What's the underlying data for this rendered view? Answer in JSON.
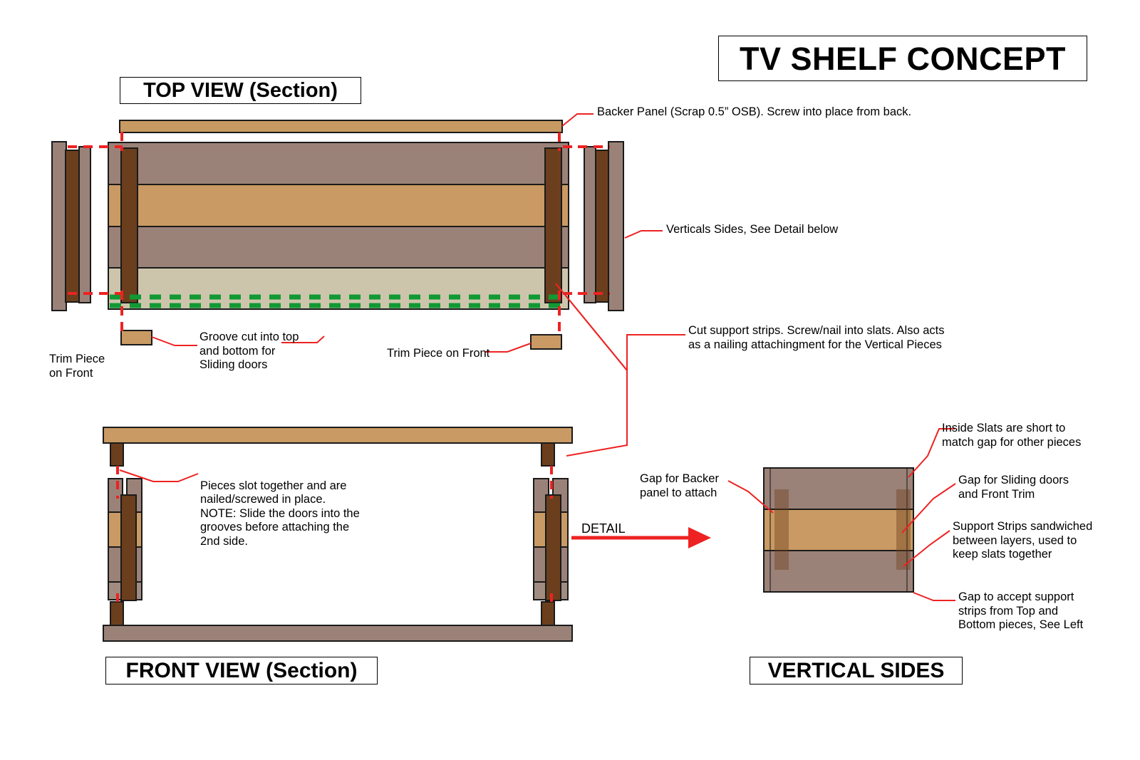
{
  "drawing": {
    "title": "TV SHELF CONCEPT",
    "view_labels": {
      "top": "TOP VIEW (Section)",
      "front": "FRONT VIEW (Section)",
      "vertical": "VERTICAL SIDES"
    },
    "detail_arrow_label": "DETAIL"
  },
  "annotations": {
    "backer_panel": "Backer Panel (Scrap 0.5” OSB). Screw into place from back.",
    "vertical_sides": "Verticals Sides, See Detail below",
    "support_strips": "Cut support strips. Screw/nail into slats. Also acts\nas a nailing attachingment for the Vertical Pieces",
    "groove": "Groove cut into top\nand bottom for\nSliding doors",
    "trim_left": "Trim Piece\non Front",
    "trim_front": "Trim Piece on Front",
    "slot_together_plain": "Pieces slot together and are\nnailed/screwed in place.",
    "slot_together_note": "NOTE: Slide the doors into the\ngrooves before attaching the\n2nd side.",
    "gap_backer": "Gap for Backer\npanel to attach",
    "inside_slats": "Inside Slats are short to\nmatch gap for other pieces",
    "gap_sliding": "Gap for Sliding doors\nand Front Trim",
    "support_sandwiched": "Support Strips sandwiched\nbetween layers, used to\nkeep slats together",
    "gap_accept": "Gap to accept support\nstrips from Top and\nBottom pieces, See Left"
  },
  "colors": {
    "leader_red": "#ee2222",
    "groove_green": "#119933",
    "outline": "#1a1a1a",
    "wood_tan": "#c99a63",
    "wood_tan_light": "#cfa06a",
    "wood_grey_brown": "#9b8278",
    "wood_dark_brown": "#6b3f1d",
    "wood_pale": "#cdc5ab",
    "wood_mid_brown": "#8f7a6e",
    "backer_tan": "#c79a62",
    "slat_grey": "#a08c80"
  }
}
